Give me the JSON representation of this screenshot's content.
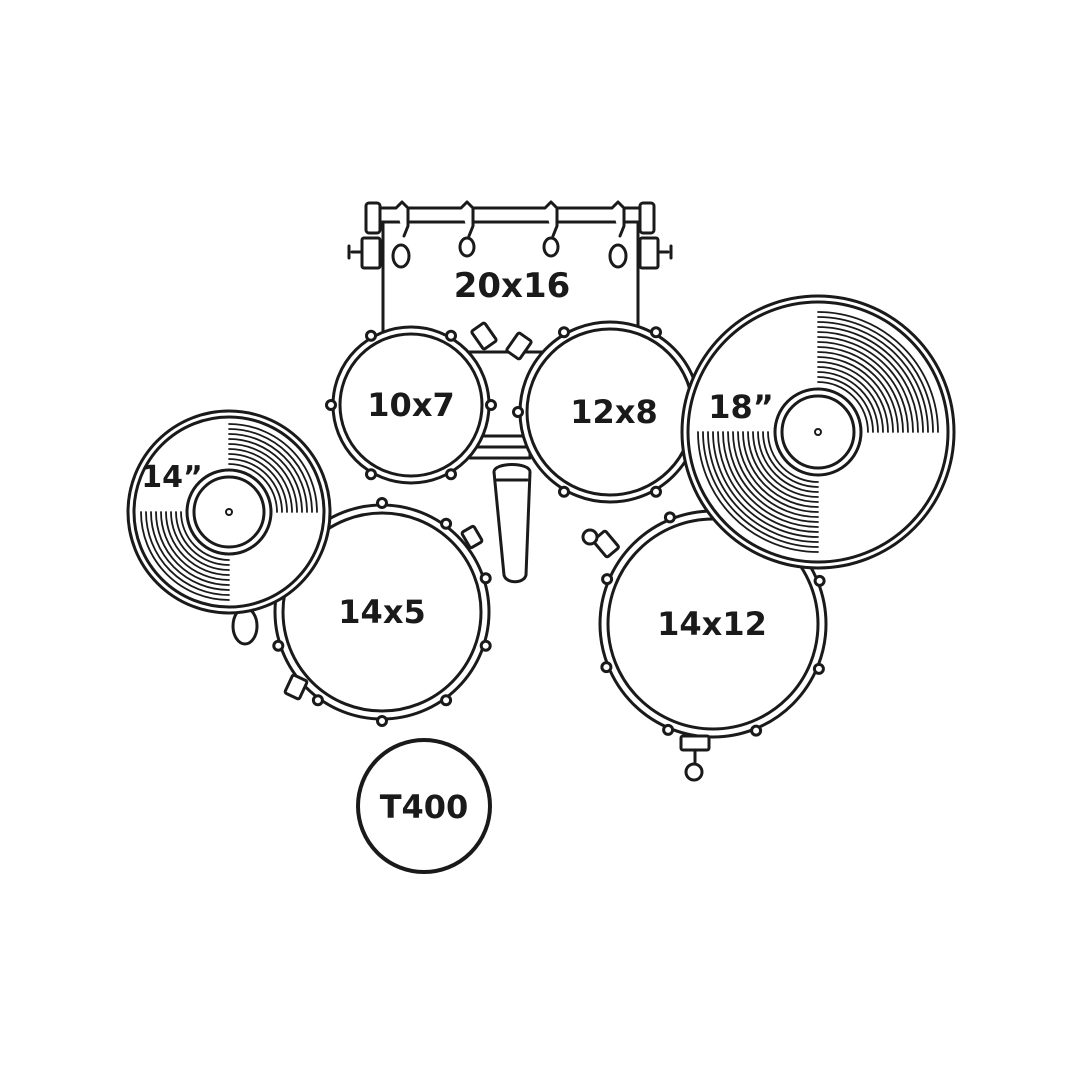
{
  "colors": {
    "line": "#1a1a1a",
    "background": "#ffffff"
  },
  "kick": {
    "label": "20x16"
  },
  "tom_small": {
    "label": "10x7"
  },
  "tom_large": {
    "label": "12x8"
  },
  "snare": {
    "label": "14x5"
  },
  "floor_tom": {
    "label": "14x12"
  },
  "hihat": {
    "label": "14”"
  },
  "crash": {
    "label": "18”"
  },
  "throne": {
    "label": "T400"
  }
}
